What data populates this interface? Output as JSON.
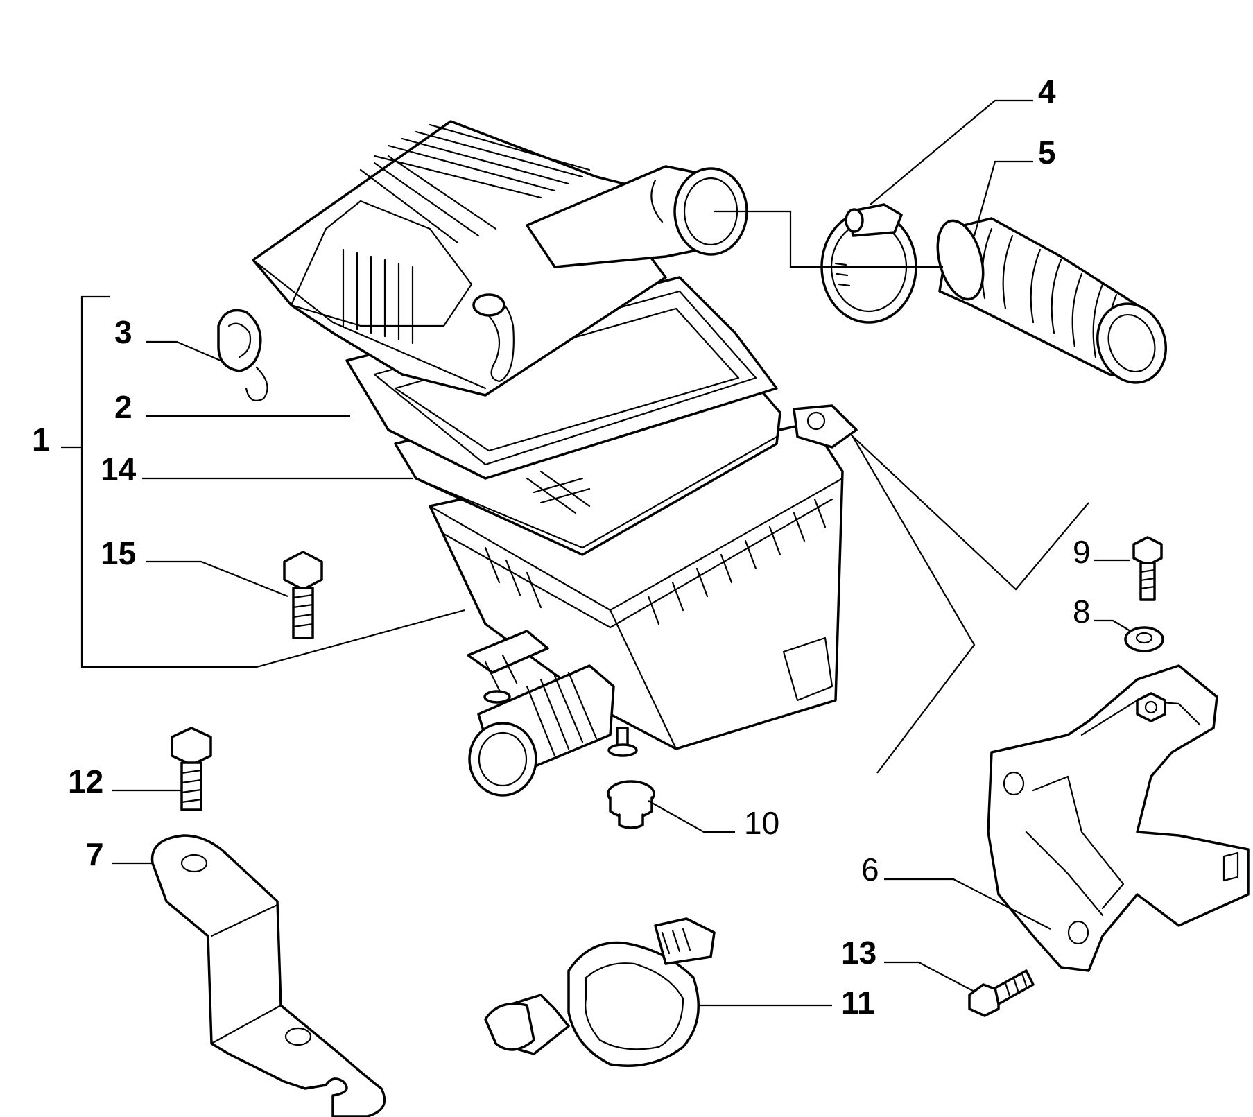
{
  "diagram": {
    "callouts": {
      "c1": "1",
      "c2": "2",
      "c3": "3",
      "c4": "4",
      "c5": "5",
      "c6": "6",
      "c7": "7",
      "c8": "8",
      "c9": "9",
      "c10": "10",
      "c11": "11",
      "c12": "12",
      "c13": "13",
      "c14": "14",
      "c15": "15"
    },
    "parts": [
      {
        "id": "1",
        "name": "air-filter-assembly"
      },
      {
        "id": "2",
        "name": "filter-cover-lid"
      },
      {
        "id": "3",
        "name": "spring-clip"
      },
      {
        "id": "4",
        "name": "hose-clamp"
      },
      {
        "id": "5",
        "name": "intake-hose"
      },
      {
        "id": "6",
        "name": "mounting-bracket"
      },
      {
        "id": "7",
        "name": "support-bracket"
      },
      {
        "id": "8",
        "name": "washer"
      },
      {
        "id": "9",
        "name": "bolt"
      },
      {
        "id": "10",
        "name": "rubber-grommet"
      },
      {
        "id": "11",
        "name": "band-clamp"
      },
      {
        "id": "12",
        "name": "bolt"
      },
      {
        "id": "13",
        "name": "bolt"
      },
      {
        "id": "14",
        "name": "filter-element"
      },
      {
        "id": "15",
        "name": "bolt"
      }
    ]
  }
}
